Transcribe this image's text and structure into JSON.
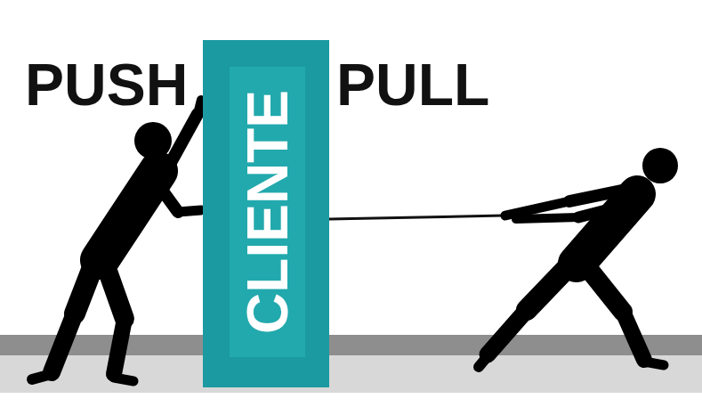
{
  "diagram": {
    "nodes": [
      {
        "text": [
          "CLIENTE"
        ]
      }
    ],
    "labels": [
      "PUSH",
      "PULL"
    ]
  }
}
